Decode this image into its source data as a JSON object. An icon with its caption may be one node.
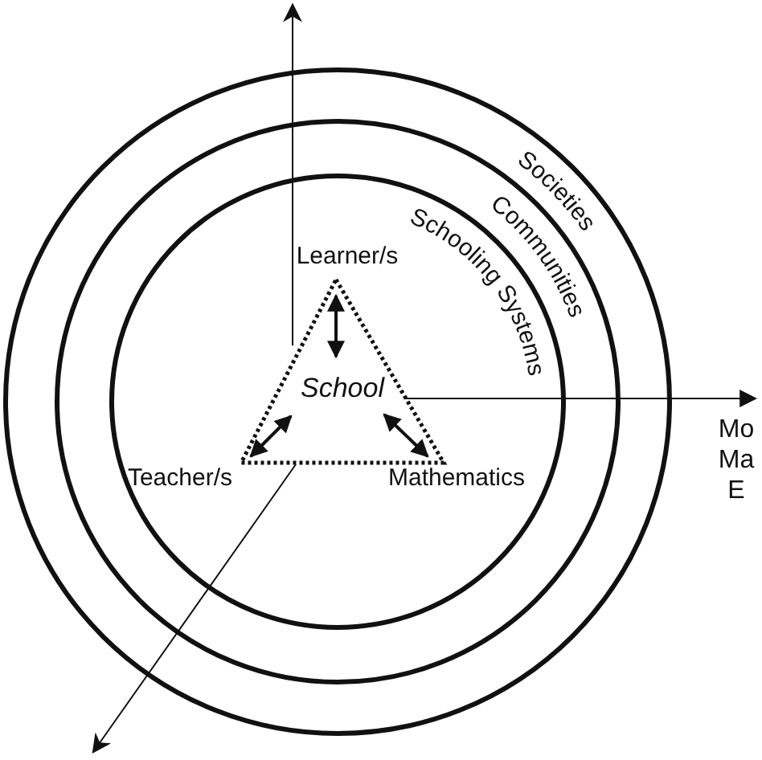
{
  "diagram": {
    "nodes": [
      {
        "text": [
          "Societies"
        ]
      },
      {
        "text": [
          "Communities"
        ],
        "in": 0
      },
      {
        "text": [
          "Schooling Systems"
        ],
        "in": 1
      },
      {
        "text": [
          "School"
        ],
        "in": 2
      },
      {
        "text": [
          "Learner/s"
        ],
        "in": 2
      },
      {
        "text": [
          "Teacher/s"
        ],
        "in": 2
      },
      {
        "text": [
          "Mathematics"
        ],
        "in": 2
      },
      {
        "text": [
          "Mo Ma E"
        ]
      }
    ],
    "edges": [
      {
        "from": 4,
        "to": 3,
        "arrow": "both"
      },
      {
        "from": 5,
        "to": 3,
        "arrow": "both"
      },
      {
        "from": 6,
        "to": 3,
        "arrow": "both"
      },
      {
        "from": 3,
        "to": null,
        "arrow": "to"
      },
      {
        "from": 3,
        "to": 7,
        "arrow": "to"
      },
      {
        "from": 3,
        "to": null,
        "arrow": "to"
      }
    ]
  }
}
